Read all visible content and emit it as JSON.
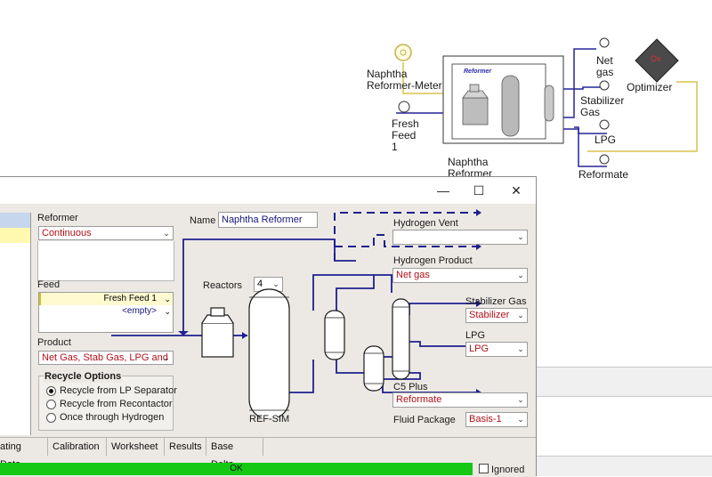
{
  "flowsheet": {
    "meter_label": "Naphtha\nReformer-Meter",
    "fresh_feed_label": "Fresh\nFeed\n1",
    "reformer_label": "Naphtha\nReformer",
    "reformer_inner_label": "Reformer",
    "net_gas_label": "Net\ngas",
    "stabilizer_gas_label": "Stabilizer\nGas",
    "lpg_label": "LPG",
    "reformate_label": "Reformate",
    "optimizer_label": "Optimizer",
    "optimizer_glyph": "Ox"
  },
  "dialog": {
    "minimize_glyph": "—",
    "maximize_glyph": "☐",
    "close_glyph": "✕",
    "reformer_section_label": "Reformer",
    "reformer_mode": "Continuous",
    "name_label": "Name",
    "name_value": "Naphtha Reformer",
    "feed_label": "Feed",
    "feed_items": [
      "Fresh Feed 1",
      "<empty>"
    ],
    "product_label": "Product",
    "product_value": "Net Gas, Stab Gas, LPG and",
    "reactors_label": "Reactors",
    "reactors_value": "4",
    "recycle_group_label": "Recycle Options",
    "recycle_options": [
      "Recycle from LP Separator",
      "Recycle from Recontactor",
      "Once through Hydrogen"
    ],
    "recycle_selected_index": 0,
    "diagram_caption": "REF-SIM",
    "hydrogen_vent_label": "Hydrogen Vent",
    "hydrogen_vent_value": "",
    "hydrogen_product_label": "Hydrogen Product",
    "hydrogen_product_value": "Net gas",
    "stabilizer_gas_label": "Stabilizer Gas",
    "stabilizer_gas_value": "Stabilizer",
    "lpg_label": "LPG",
    "lpg_value": "LPG",
    "c5_plus_label": "C5 Plus",
    "c5_plus_value": "Reformate",
    "fluid_package_label": "Fluid Package",
    "fluid_package_value": "Basis-1",
    "tabs": [
      "ating Data",
      "Calibration",
      "Worksheet",
      "Results",
      "Base Delta"
    ],
    "status_text": "OK",
    "ignored_label": "Ignored",
    "ignored_checked": false,
    "status_color": "#14c814"
  }
}
